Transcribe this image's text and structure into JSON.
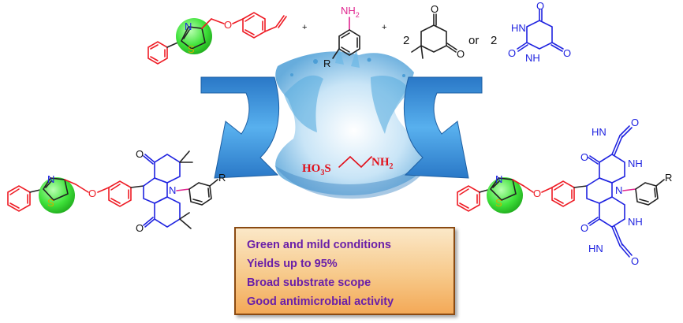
{
  "reaction": {
    "plus_1": "+",
    "plus_2": "+",
    "coef_1": "2",
    "coef_2": "2",
    "or_text": "or"
  },
  "atoms": {
    "N": "N",
    "S": "S",
    "O": "O",
    "NH2": "NH",
    "two": "2",
    "R": "R",
    "HN": "HN",
    "NH": "NH"
  },
  "catalyst": {
    "prefix": "HO",
    "sub3": "3",
    "s": "S",
    "nh": "NH",
    "sub2": "2"
  },
  "conditions": [
    "Green and mild conditions",
    "Yields up to 95%",
    "Broad substrate scope",
    "Good antimicrobial activity"
  ],
  "colors": {
    "thiazole_fill": "#33e233",
    "arrow_fill": "#3c8fd6",
    "aldehyde": "#ee1c25",
    "product_ring": "#1f23e0",
    "amine": "#e0258f",
    "text_purple": "#6a1fa8"
  }
}
